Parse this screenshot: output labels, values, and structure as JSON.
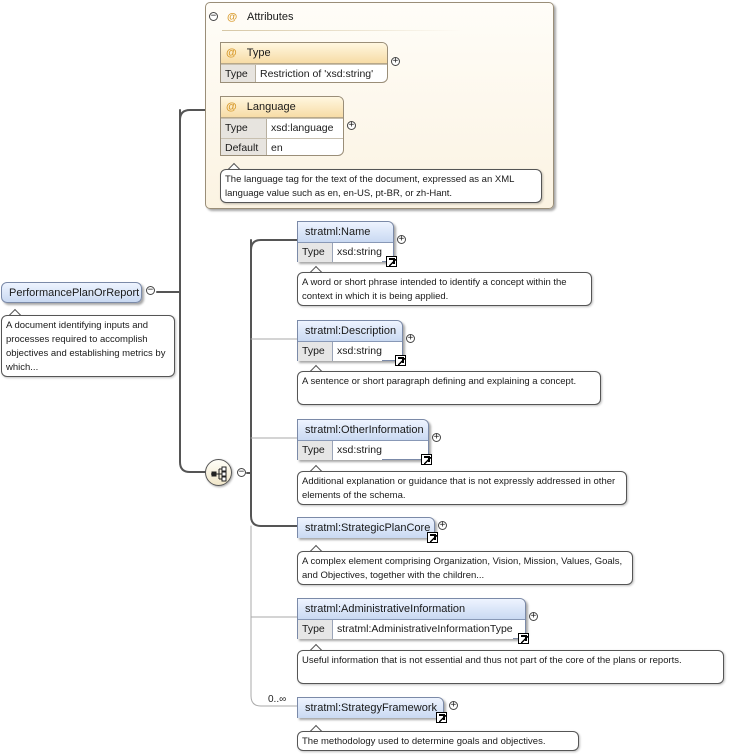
{
  "attributes": {
    "title": "Attributes",
    "items": [
      {
        "name": "Type",
        "props": [
          {
            "key": "Type",
            "value": "Restriction of 'xsd:string'"
          }
        ]
      },
      {
        "name": "Language",
        "props": [
          {
            "key": "Type",
            "value": "xsd:language"
          },
          {
            "key": "Default",
            "value": "en"
          }
        ],
        "note": "The language tag for the text of the document, expressed as an XML language value such as en, en-US, pt-BR, or zh-Hant."
      }
    ]
  },
  "root": {
    "name": "PerformancePlanOrReport",
    "note": "A document identifying inputs and processes required to accomplish objectives and establishing metrics by which..."
  },
  "elements": [
    {
      "name": "stratml:Name",
      "type": "xsd:string",
      "note": "A word or short phrase intended to identify a concept within the context in which it is being applied."
    },
    {
      "name": "stratml:Description",
      "type": "xsd:string",
      "note": "A sentence or short paragraph defining and explaining a concept."
    },
    {
      "name": "stratml:OtherInformation",
      "type": "xsd:string",
      "note": "Additional explanation or guidance that is not expressly addressed in other elements of the schema."
    },
    {
      "name": "stratml:StrategicPlanCore",
      "note": "A complex element comprising Organization, Vision, Mission, Values, Goals, and Objectives, together with the children..."
    },
    {
      "name": "stratml:AdministrativeInformation",
      "type": "stratml:AdministrativeInformationType",
      "note": "Useful information that is not essential and thus not part of the core of the plans or reports."
    },
    {
      "name": "stratml:StrategyFramework",
      "occurrence": "0..∞",
      "note": "The methodology used to determine goals and objectives."
    }
  ],
  "labels": {
    "type_key": "Type",
    "at_symbol": "@",
    "minus": "−",
    "plus": "+"
  }
}
